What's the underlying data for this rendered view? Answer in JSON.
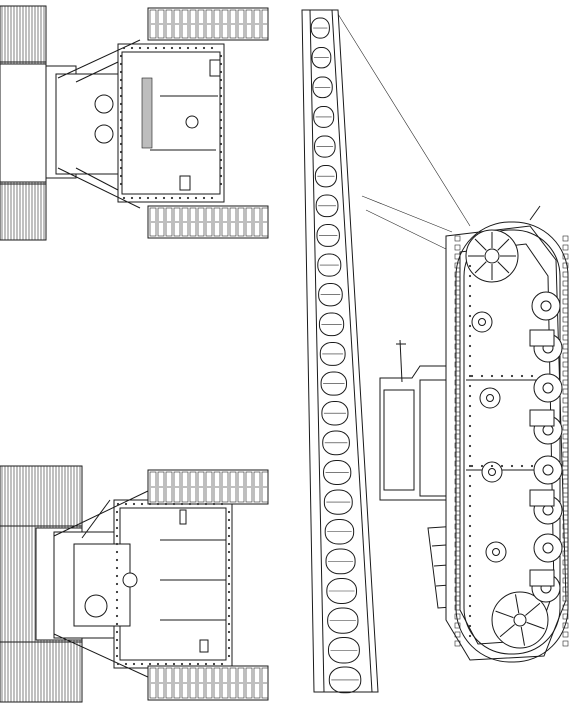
{
  "drawing": {
    "views": [
      "top-view-upper",
      "top-view-lower",
      "side-view"
    ],
    "line_color": "#1a1a1a",
    "background": "#ffffff",
    "labels": []
  }
}
